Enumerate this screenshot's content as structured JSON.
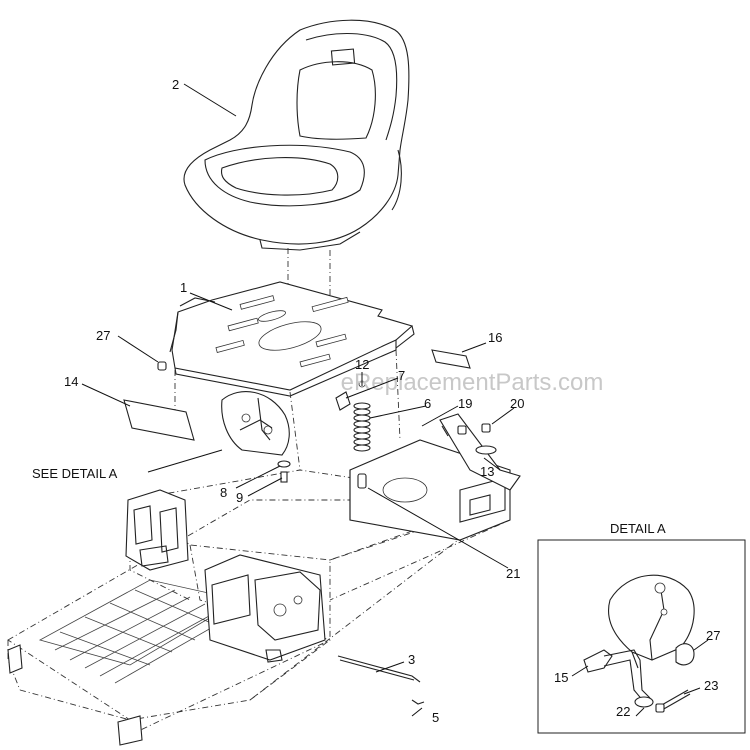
{
  "watermark": "eReplacementParts.com",
  "detail_title": "DETAIL A",
  "see_detail": "SEE DETAIL  A",
  "callouts": {
    "c1": "1",
    "c2": "2",
    "c3": "3",
    "c5": "5",
    "c6": "6",
    "c7": "7",
    "c8": "8",
    "c9": "9",
    "c12": "12",
    "c13": "13",
    "c14": "14",
    "c15": "15",
    "c16": "16",
    "c19": "19",
    "c20": "20",
    "c21": "21",
    "c22": "22",
    "c23": "23",
    "c27": "27",
    "c27b": "27"
  }
}
